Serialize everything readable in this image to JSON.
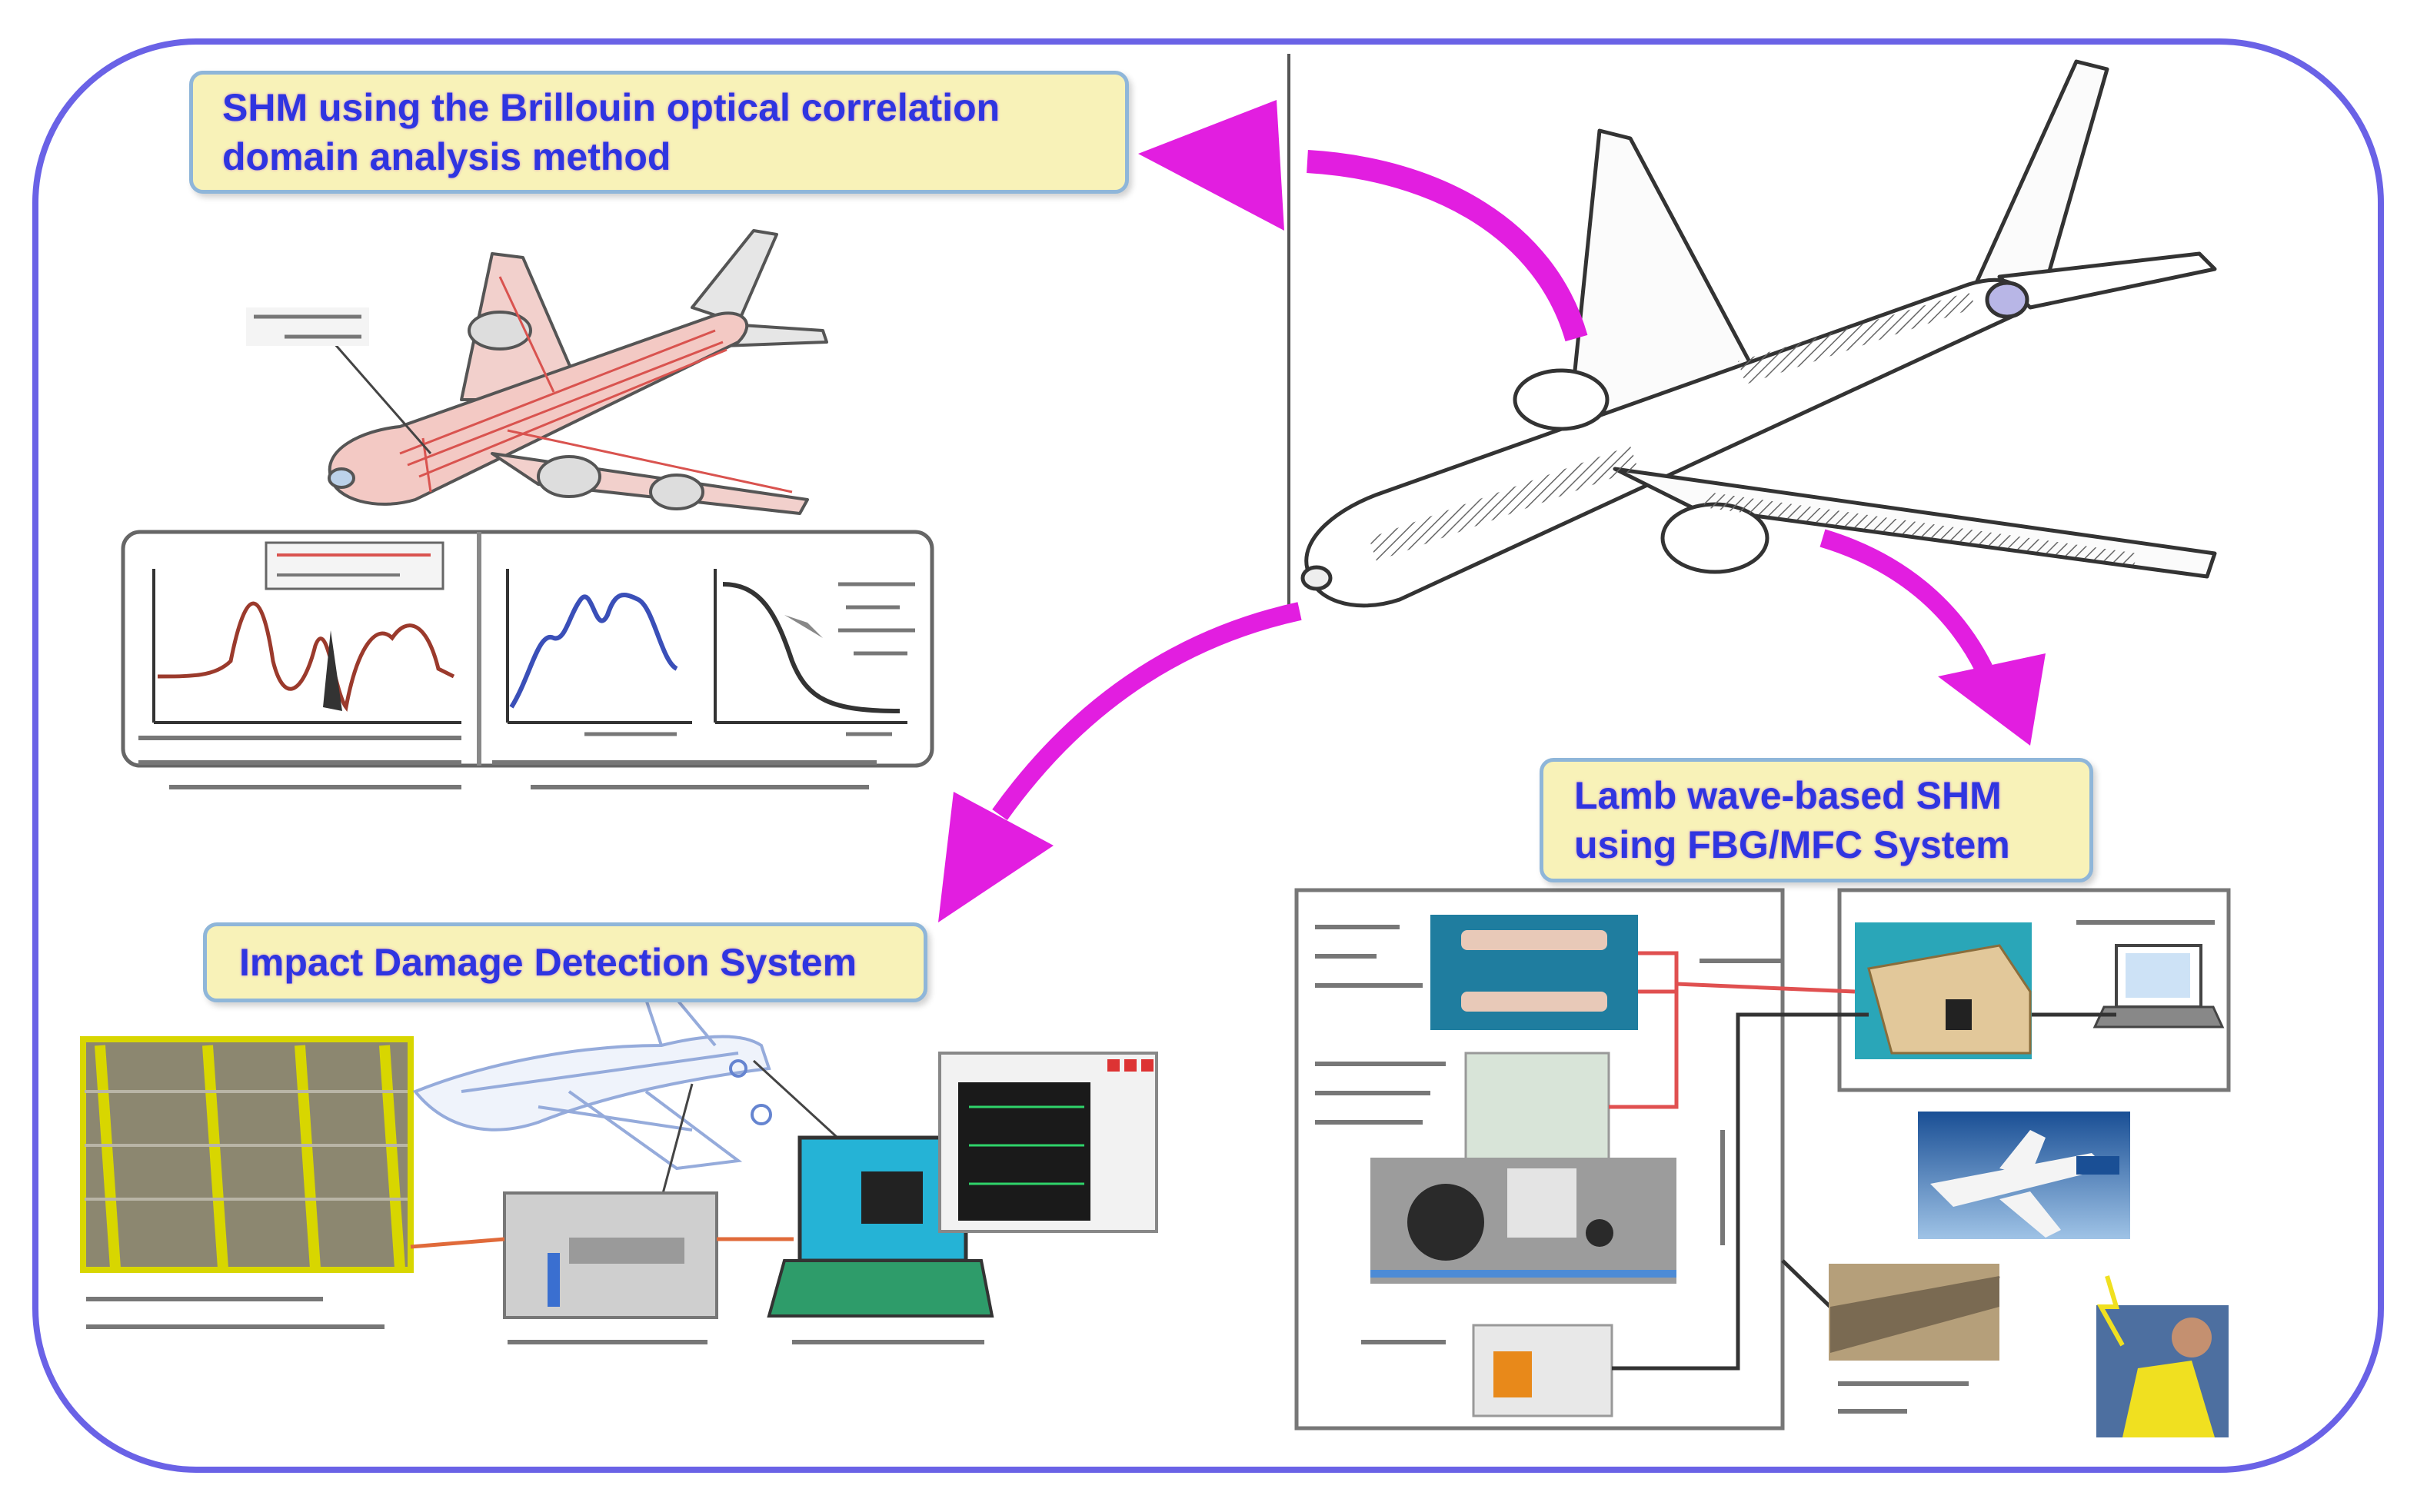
{
  "titles": {
    "brillouin": "SHM using the Brillouin optical correlation domain analysis method",
    "lamb": "Lamb wave-based SHM using FBG/MFC System",
    "impact": "Impact Damage Detection System"
  },
  "colors": {
    "frame": "#6a62e6",
    "arrow": "#e21ee0",
    "title_fill": "#f8f2b8",
    "title_border": "#8fb6d9",
    "title_text": "#2f35e0",
    "fiber_red": "#d9534f",
    "signal_blue": "#3a4fb8"
  },
  "icons": {
    "airplane_main": "airplane-line-drawing",
    "airplane_brillouin": "airplane-with-optical-fiber",
    "arrows": "curved-magenta-arrow"
  }
}
